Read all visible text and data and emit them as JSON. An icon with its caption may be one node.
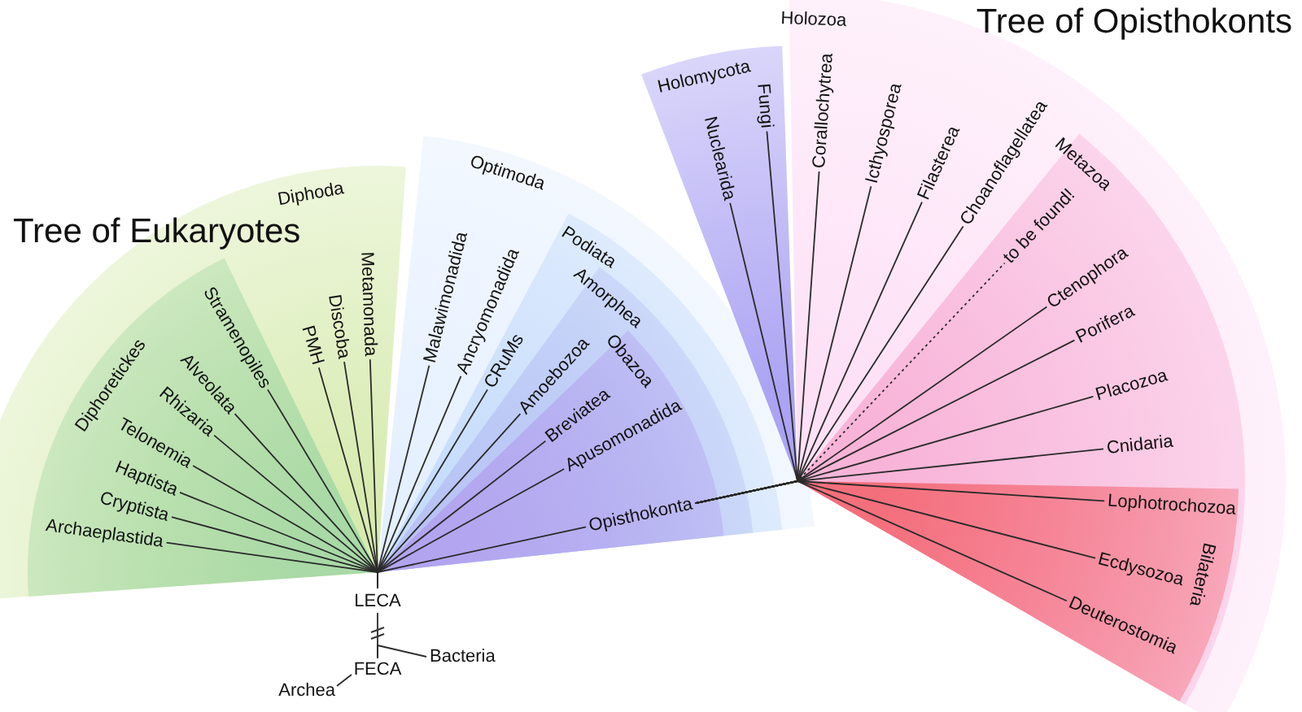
{
  "diagram": {
    "nodes": [
      {
        "text": [
          "Diphoda"
        ]
      },
      {
        "text": [
          "Diphoretickes"
        ],
        "in": 0
      },
      {
        "text": [
          "Archaeplastida"
        ],
        "in": 1
      },
      {
        "text": [
          "Cryptista"
        ],
        "in": 1
      },
      {
        "text": [
          "Haptista"
        ],
        "in": 1
      },
      {
        "text": [
          "Telonemia"
        ],
        "in": 1
      },
      {
        "text": [
          "Rhizaria"
        ],
        "in": 1
      },
      {
        "text": [
          "Alveolata"
        ],
        "in": 1
      },
      {
        "text": [
          "Stramenopiles"
        ],
        "in": 1
      },
      {
        "text": [
          "PMH"
        ],
        "in": 0
      },
      {
        "text": [
          "Discoba"
        ],
        "in": 0
      },
      {
        "text": [
          "Metamonada"
        ],
        "in": 0
      },
      {
        "text": [
          "Optimoda"
        ]
      },
      {
        "text": [
          "Malawimonadida"
        ],
        "in": 12
      },
      {
        "text": [
          "Ancryomonadida"
        ],
        "in": 12
      },
      {
        "text": [
          "Podiata"
        ],
        "in": 12
      },
      {
        "text": [
          "CRuMs"
        ],
        "in": 15
      },
      {
        "text": [
          "Amorphea"
        ],
        "in": 15
      },
      {
        "text": [
          "Amoebozoa"
        ],
        "in": 17
      },
      {
        "text": [
          "Obazoa"
        ],
        "in": 17
      },
      {
        "text": [
          "Breviatea"
        ],
        "in": 19
      },
      {
        "text": [
          "Apusomonadida"
        ],
        "in": 19
      },
      {
        "text": [
          "Opisthokonta"
        ],
        "in": 19
      },
      {
        "text": [
          "LECA"
        ]
      },
      {
        "text": [
          "FECA"
        ]
      },
      {
        "text": [
          "Bacteria"
        ]
      },
      {
        "text": [
          "Archea"
        ]
      },
      {
        "text": [
          "Holomycota"
        ]
      },
      {
        "text": [
          "Nuclearida"
        ],
        "in": 27
      },
      {
        "text": [
          "Fungi"
        ],
        "in": 27
      },
      {
        "text": [
          "Holozoa"
        ]
      },
      {
        "text": [
          "Corallochytrea"
        ],
        "in": 30
      },
      {
        "text": [
          "Icthyosporea"
        ],
        "in": 30
      },
      {
        "text": [
          "Filasterea"
        ],
        "in": 30
      },
      {
        "text": [
          "Choanoflagellatea"
        ],
        "in": 30
      },
      {
        "text": [
          "Metazoa"
        ],
        "in": 30
      },
      {
        "text": [
          "to be found!"
        ],
        "in": 35
      },
      {
        "text": [
          "Ctenophora"
        ],
        "in": 35
      },
      {
        "text": [
          "Porifera"
        ],
        "in": 35
      },
      {
        "text": [
          "Placozoa"
        ],
        "in": 35
      },
      {
        "text": [
          "Cnidaria"
        ],
        "in": 35
      },
      {
        "text": [
          "Bilateria"
        ],
        "in": 35
      },
      {
        "text": [
          "Lophotrochozoa"
        ],
        "in": 41
      },
      {
        "text": [
          "Ecdysozoa"
        ],
        "in": 41
      },
      {
        "text": [
          "Deuterostomia"
        ],
        "in": 41
      }
    ],
    "edges": [
      {
        "from": 23,
        "to": 2,
        "arrow": "none"
      },
      {
        "from": 23,
        "to": 3,
        "arrow": "none"
      },
      {
        "from": 23,
        "to": 4,
        "arrow": "none"
      },
      {
        "from": 23,
        "to": 5,
        "arrow": "none"
      },
      {
        "from": 23,
        "to": 6,
        "arrow": "none"
      },
      {
        "from": 23,
        "to": 7,
        "arrow": "none"
      },
      {
        "from": 23,
        "to": 8,
        "arrow": "none"
      },
      {
        "from": 23,
        "to": 9,
        "arrow": "none"
      },
      {
        "from": 23,
        "to": 10,
        "arrow": "none"
      },
      {
        "from": 23,
        "to": 11,
        "arrow": "none"
      },
      {
        "from": 23,
        "to": 13,
        "arrow": "none"
      },
      {
        "from": 23,
        "to": 14,
        "arrow": "none"
      },
      {
        "from": 23,
        "to": 16,
        "arrow": "none"
      },
      {
        "from": 23,
        "to": 18,
        "arrow": "none"
      },
      {
        "from": 23,
        "to": 20,
        "arrow": "none"
      },
      {
        "from": 23,
        "to": 21,
        "arrow": "none"
      },
      {
        "from": 23,
        "to": 22,
        "arrow": "none"
      },
      {
        "from": 24,
        "to": 23,
        "arrow": "none"
      },
      {
        "from": 24,
        "to": 25,
        "arrow": "none"
      },
      {
        "from": 24,
        "to": 26,
        "arrow": "none"
      },
      {
        "from": 22,
        "to": 28,
        "arrow": "none"
      },
      {
        "from": 22,
        "to": 29,
        "arrow": "none"
      },
      {
        "from": 22,
        "to": 31,
        "arrow": "none"
      },
      {
        "from": 22,
        "to": 32,
        "arrow": "none"
      },
      {
        "from": 22,
        "to": 33,
        "arrow": "none"
      },
      {
        "from": 22,
        "to": 34,
        "arrow": "none"
      },
      {
        "from": 22,
        "to": 36,
        "arrow": "none",
        "style": "dashed"
      },
      {
        "from": 22,
        "to": 37,
        "arrow": "none"
      },
      {
        "from": 22,
        "to": 38,
        "arrow": "none"
      },
      {
        "from": 22,
        "to": 39,
        "arrow": "none"
      },
      {
        "from": 22,
        "to": 40,
        "arrow": "none"
      },
      {
        "from": 22,
        "to": 42,
        "arrow": "none"
      },
      {
        "from": 22,
        "to": 43,
        "arrow": "none"
      },
      {
        "from": 22,
        "to": 44,
        "arrow": "none"
      }
    ],
    "labels": [
      "Tree of Eukaryotes",
      "Tree of Opisthokonts"
    ]
  }
}
